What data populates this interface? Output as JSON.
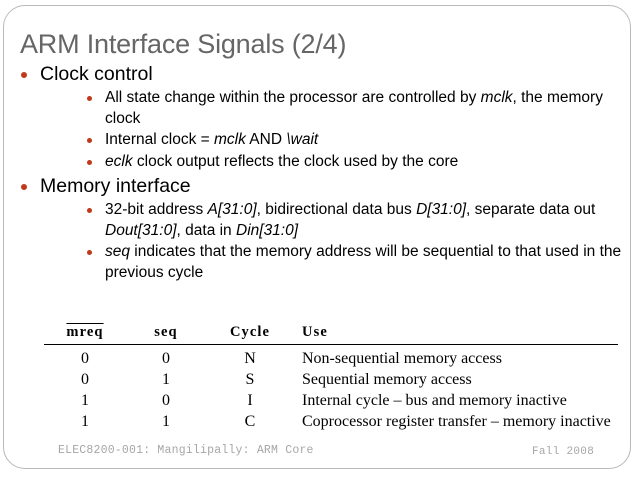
{
  "slide": {
    "title": "ARM Interface Signals (2/4)",
    "accent_color": "#c0391b",
    "title_color": "#666666",
    "footer_color": "#a6a6a6",
    "border_color": "#b9b9b9"
  },
  "sections": [
    {
      "heading": "Clock control",
      "bullets": [
        {
          "parts": [
            {
              "t": "All state change within the processor are controlled by ",
              "i": false
            },
            {
              "t": "mclk",
              "i": true
            },
            {
              "t": ", the memory clock",
              "i": false
            }
          ]
        },
        {
          "parts": [
            {
              "t": "Internal clock = ",
              "i": false
            },
            {
              "t": "mclk",
              "i": true
            },
            {
              "t": " AND ",
              "i": false
            },
            {
              "t": "\\wait",
              "i": true
            }
          ]
        },
        {
          "parts": [
            {
              "t": "eclk",
              "i": true
            },
            {
              "t": " clock output reflects the clock used by the core",
              "i": false
            }
          ]
        }
      ]
    },
    {
      "heading": "Memory interface",
      "bullets": [
        {
          "parts": [
            {
              "t": "32-bit address ",
              "i": false
            },
            {
              "t": "A[31:0]",
              "i": true
            },
            {
              "t": ", bidirectional data bus ",
              "i": false
            },
            {
              "t": "D[31:0]",
              "i": true
            },
            {
              "t": ", separate data out ",
              "i": false
            },
            {
              "t": "Dout[31:0]",
              "i": true
            },
            {
              "t": ", data in ",
              "i": false
            },
            {
              "t": "Din[31:0]",
              "i": true
            }
          ]
        },
        {
          "parts": [
            {
              "t": "seq",
              "i": true
            },
            {
              "t": " indicates that the memory address will be sequential to that used in the previous cycle",
              "i": false
            }
          ]
        }
      ]
    }
  ],
  "table": {
    "headers": [
      "mreq",
      "seq",
      "Cycle",
      "Use"
    ],
    "header_overline": [
      true,
      false,
      false,
      false
    ],
    "rows": [
      [
        "0",
        "0",
        "N",
        "Non-sequential memory access"
      ],
      [
        "0",
        "1",
        "S",
        "Sequential memory access"
      ],
      [
        "1",
        "0",
        "I",
        "Internal cycle – bus and memory inactive"
      ],
      [
        "1",
        "1",
        "C",
        "Coprocessor register transfer – memory inactive"
      ]
    ]
  },
  "footer": {
    "left": "ELEC8200-001: Mangilipally: ARM Core",
    "right": "Fall 2008"
  }
}
